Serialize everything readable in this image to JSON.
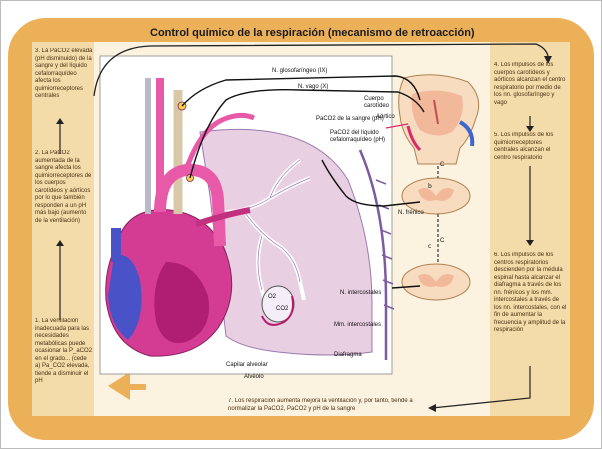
{
  "title": "Control químico de la respiración (mecanismo de retroacción)",
  "steps": {
    "s1": "1. La ventilación inadecuada para las necesidades metabólicas puede ocasionar la P_aCO2 en el grado... (cede a) Pa_CO2 elevada, tiende a disminuir el pH",
    "s2": "2. La PaCO2 aumentada de la sangre afecta los quimiorreceptores de los cuerpos carotídeos y aórticos por lo que también responden a un pH más bajo (aumento de la ventilación)",
    "s3": "3. La PaCO2 elevada (pH disminuido) de la sangre y del líquido cefalorraquídeo afecta los quimiorreceptores centrales",
    "s4": "4. Los impulsos de los cuerpos carotídeos y aórticos alcanzan el centro respiratorio por medio de los nn. glosofaríngeo y vago",
    "s5": "5. Los impulsos de los quimiorreceptores centrales alcanzan el centro respiratorio",
    "s6": "6. Los impulsos de los centros respiratorios descienden por la médula espinal hasta alcanzar el diafragma a través de los nn. frénicos y los mm. intercostales a través de los nn. intercostales, con el fin de aumentar la frecuencia y amplitud de la respiración",
    "s7": "7. Los respiración aumenta mejora la ventilación y, por tanto, tiende a normalizar la PaCO2, PaCO2 y pH de la sangre"
  },
  "labels": {
    "glosofaringeo": "N. glosofaríngeo (IX)",
    "vago": "N. vago (X)",
    "cuerpo_carotideo": "Cuerpo carotídeo",
    "aortico": "Aórtico",
    "pco2_sangre": "PaCO2 de la sangre (pH)",
    "pco2_lcr": "PaCO2 del líquido cefalorraquídeo (pH)",
    "frenico": "N. frénico",
    "intercostales_n": "N. intercostales",
    "intercostales_m": "Mm. intercostales",
    "diafragma": "Diafragma",
    "capilar": "Capilar alveolar",
    "alveolo": "Alvéolo",
    "o2": "O2",
    "co2": "CO2",
    "c1": "C",
    "c2": "C"
  }
}
